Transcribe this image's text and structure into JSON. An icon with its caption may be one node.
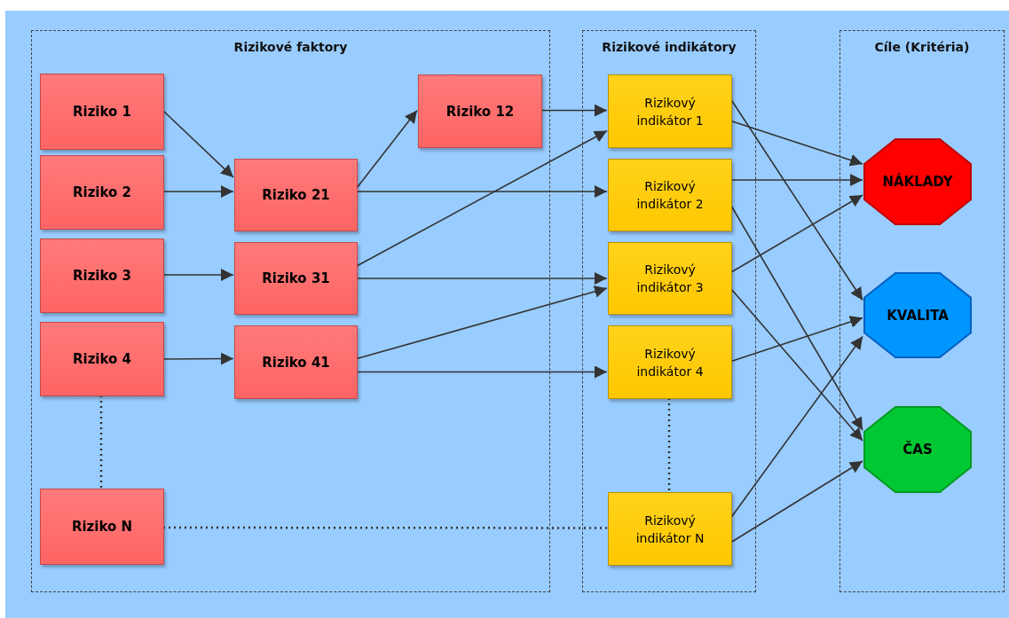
{
  "diagram": {
    "nodes": [
      {
        "text": [
          "Rizikové faktory"
        ]
      },
      {
        "text": [
          "Riziko 1"
        ],
        "in": 0
      },
      {
        "text": [
          "Riziko 2"
        ],
        "in": 0
      },
      {
        "text": [
          "Riziko 3"
        ],
        "in": 0
      },
      {
        "text": [
          "Riziko 4"
        ],
        "in": 0
      },
      {
        "text": [
          "Riziko N"
        ],
        "in": 0
      },
      {
        "text": [
          "Riziko 21"
        ],
        "in": 0
      },
      {
        "text": [
          "Riziko 31"
        ],
        "in": 0
      },
      {
        "text": [
          "Riziko 41"
        ],
        "in": 0
      },
      {
        "text": [
          "Riziko 12"
        ],
        "in": 0
      },
      {
        "text": [
          "Rizikové indikátory"
        ]
      },
      {
        "text": [
          "Rizikový indikátor 1"
        ],
        "in": 10
      },
      {
        "text": [
          "Rizikový indikátor 2"
        ],
        "in": 10
      },
      {
        "text": [
          "Rizikový indikátor 3"
        ],
        "in": 10
      },
      {
        "text": [
          "Rizikový indikátor 4"
        ],
        "in": 10
      },
      {
        "text": [
          "Rizikový indikátor N"
        ],
        "in": 10
      },
      {
        "text": [
          "Cíle (Kritéria)"
        ]
      },
      {
        "text": [
          "NÁKLADY"
        ],
        "in": 16
      },
      {
        "text": [
          "KVALITA"
        ],
        "in": 16
      },
      {
        "text": [
          "ČAS"
        ],
        "in": 16
      }
    ],
    "edges": [
      {
        "from": 1,
        "to": 6,
        "arrow": "to"
      },
      {
        "from": 2,
        "to": 6,
        "arrow": "to"
      },
      {
        "from": 6,
        "to": 9,
        "arrow": "to"
      },
      {
        "from": 9,
        "to": 11,
        "arrow": "to"
      },
      {
        "from": 6,
        "to": 12,
        "arrow": "to"
      },
      {
        "from": 3,
        "to": 7,
        "arrow": "to"
      },
      {
        "from": 7,
        "to": 11,
        "arrow": "to"
      },
      {
        "from": 7,
        "to": 13,
        "arrow": "to"
      },
      {
        "from": 4,
        "to": 8,
        "arrow": "to"
      },
      {
        "from": 8,
        "to": 13,
        "arrow": "to"
      },
      {
        "from": 8,
        "to": 14,
        "arrow": "to"
      },
      {
        "from": 4,
        "to": 5,
        "arrow": "none",
        "style": "dashed"
      },
      {
        "from": 5,
        "to": 15,
        "arrow": "none",
        "style": "dashed"
      },
      {
        "from": 14,
        "to": 15,
        "arrow": "none",
        "style": "dashed"
      },
      {
        "from": 11,
        "to": 17,
        "arrow": "to"
      },
      {
        "from": 11,
        "to": 18,
        "arrow": "to"
      },
      {
        "from": 12,
        "to": 17,
        "arrow": "to"
      },
      {
        "from": 12,
        "to": 19,
        "arrow": "to"
      },
      {
        "from": 13,
        "to": 17,
        "arrow": "to"
      },
      {
        "from": 13,
        "to": 19,
        "arrow": "to"
      },
      {
        "from": 14,
        "to": 18,
        "arrow": "to"
      },
      {
        "from": 15,
        "to": 18,
        "arrow": "to"
      },
      {
        "from": 15,
        "to": 19,
        "arrow": "to"
      }
    ]
  }
}
